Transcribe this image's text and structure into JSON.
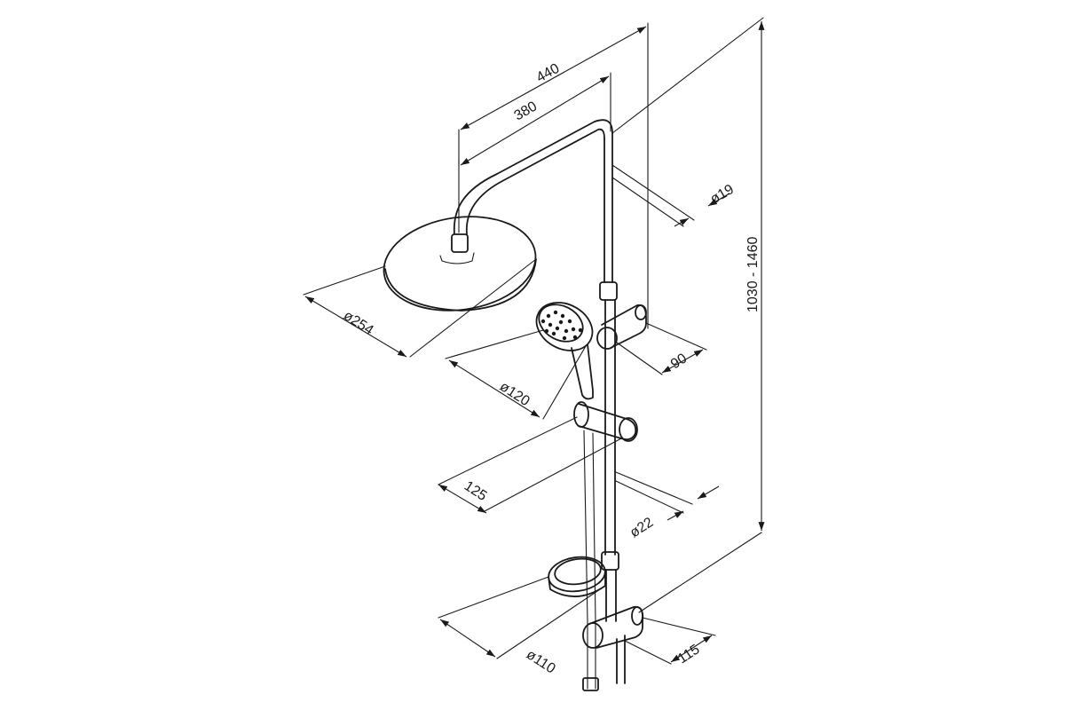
{
  "dimensions": {
    "arm_length_outer": "440",
    "arm_length_inner": "380",
    "arm_pipe_diameter": "ø19",
    "overall_height": "1030 - 1460",
    "head_diameter": "ø254",
    "hand_shower_diameter": "ø120",
    "holder_projection": "90",
    "holder_offset": "125",
    "bar_diameter": "ø22",
    "soap_dish_diameter": "ø110",
    "mixer_projection": "115"
  }
}
